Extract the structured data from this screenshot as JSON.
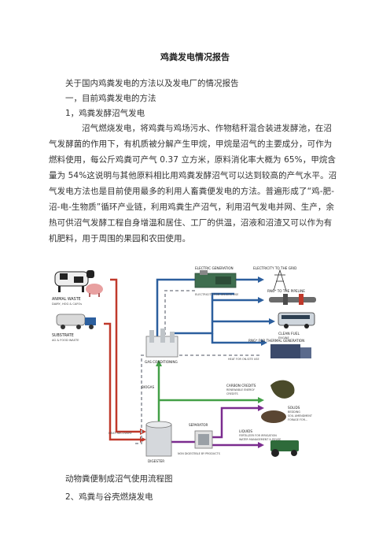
{
  "document": {
    "title": "鸡粪发电情况报告",
    "intro": "关于国内鸡粪发电的方法以及发电厂的情况报告",
    "section1": "一，目前鸡粪发电的方法",
    "subsection1": "1，鸡粪发酵沼气发电",
    "body": "沼气燃烧发电，将鸡粪与鸡场污水、作物秸秆混合装进发酵池，在沼气发酵菌的作用下，有机质被分解产生甲烷，甲烷是沼气的主要成分，可作为燃料使用，每公斤鸡粪可产气 0.37 立方米，原料消化率大概为 65%，甲烷含量为 54%这说明与其他原料相比用鸡粪发酵沼气可以达到较高的产气水平。沼气发电方法也是目前使用最多的利用人畜粪便发电的方法。普遍形成了“鸡-肥-沼-电-生物质”循环产业链，利用鸡粪生产沼气，利用沼气发电并网、生产，余热可供沼气发酵工程自身增温和居住、工厂的供温，沼液和沼渣又可以作为有机肥料，用于周围的果园和农田使用。",
    "caption": "动物粪便制成沼气使用流程图",
    "subsection2": "2、鸡粪与谷壳燃烧发电"
  },
  "diagram": {
    "animal_waste": "ANIMAL WASTE",
    "animal_waste_sub": "DAIRY, HOG & CAFOs",
    "substrate": "SUBSTRATE",
    "substrate_sub": "AG & FOOD WASTE",
    "electric_generation": "ELECTRIC GENERATION",
    "electricity_grid": "ELECTRICITY TO THE GRID",
    "electricity_onsite": "ELECTRICITY FOR ON-SITE USE",
    "pipeline": "RNG* TO THE PIPELINE",
    "clean_fuel": "CLEAN FUEL",
    "clean_fuel_sub": "ENGINE",
    "thermal": "RNG* FOR THERMAL GENERATION",
    "gas_conditioning": "GAS CONDITIONING",
    "heat_onsite": "HEAT FOR ON-SITE USE",
    "biogas": "BIOGAS",
    "carbon_credits": "CARBON CREDITS",
    "carbon_credits_sub1": "RENEWABLE ENERGY",
    "carbon_credits_sub2": "CREDITS",
    "solids": "SOLIDS",
    "solids_sub1": "BEDDING",
    "solids_sub2": "SOIL AMENDMENT",
    "solids_sub3": "FORAGE FOR...",
    "liquids": "LIQUIDS",
    "liquids_sub1": "FERTILIZER FOR IRRIGATION",
    "liquids_sub2": "WATER MANAGEMENT & REUSE",
    "heat_recovery": "HEAT RECOVERY",
    "separator": "SEPARATOR",
    "separator_sub": "NON DIGESTIBLE BY PRODUCTS",
    "digester": "DIGESTER",
    "colors": {
      "red": "#c0392b",
      "blue": "#2c5f9e",
      "green": "#43a047",
      "purple": "#7b2c8f",
      "gray": "#a6a9b0"
    }
  }
}
